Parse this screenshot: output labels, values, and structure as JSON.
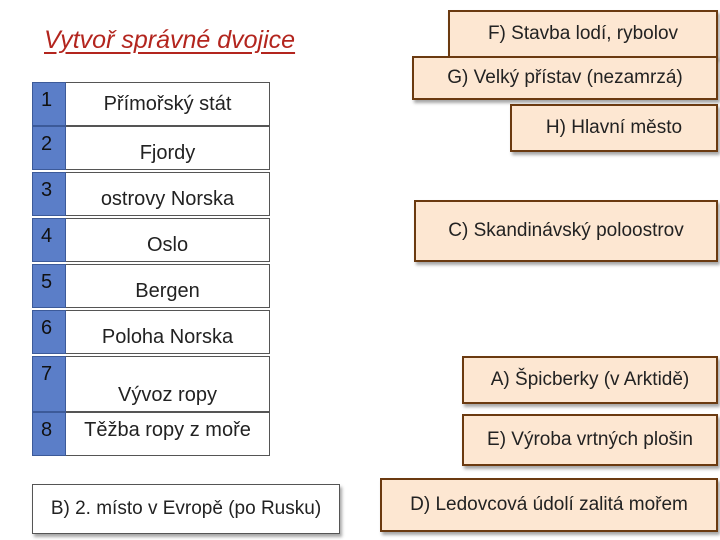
{
  "title": "Vytvoř správné dvojice",
  "rows": [
    {
      "num": "1",
      "text": "Přímořský stát"
    },
    {
      "num": "2",
      "text": "Fjordy"
    },
    {
      "num": "3",
      "text": "ostrovy Norska"
    },
    {
      "num": "4",
      "text": "Oslo"
    },
    {
      "num": "5",
      "text": "Bergen"
    },
    {
      "num": "6",
      "text": "Poloha Norska"
    },
    {
      "num": "7",
      "text": "Vývoz ropy"
    },
    {
      "num": "8",
      "text": "Těžba ropy z moře"
    }
  ],
  "answers": {
    "F": "F) Stavba lodí, rybolov",
    "G": "G) Velký přístav (nezamrzá)",
    "H": "H) Hlavní město",
    "C": "C) Skandinávský poloostrov",
    "A": "A) Špicberky (v Arktidě)",
    "E": "E) Výroba vrtných plošin",
    "B": "B) 2. místo v Evropě (po Rusku)",
    "D": "D) Ledovcová údolí zalitá mořem"
  }
}
